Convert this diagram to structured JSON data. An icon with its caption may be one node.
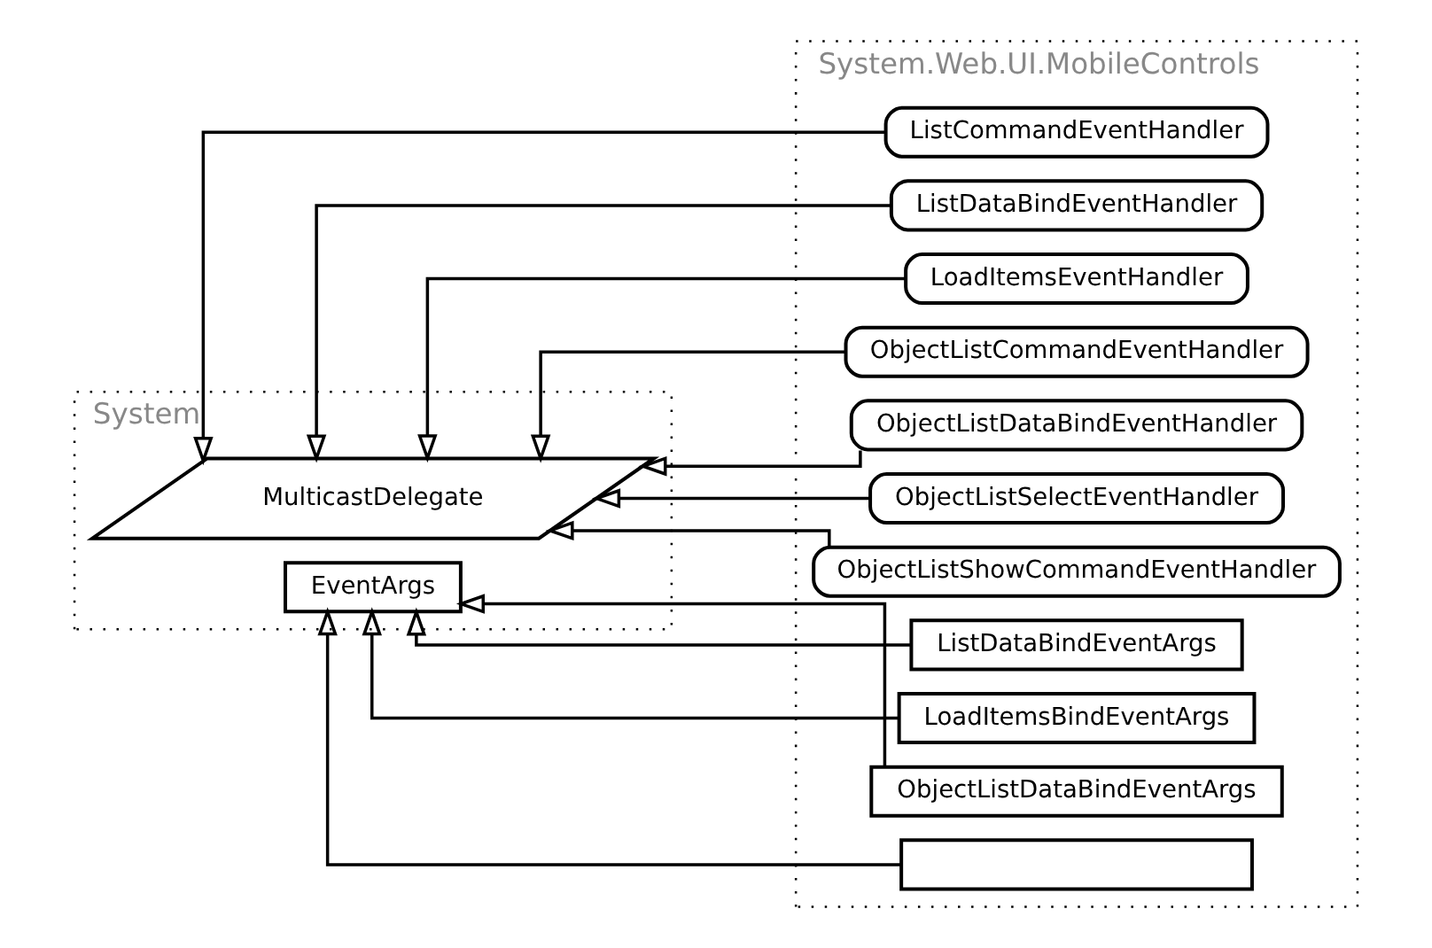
{
  "diagram": {
    "nodes": [
      {
        "text": [
          "System"
        ]
      },
      {
        "text": [
          "MulticastDelegate"
        ],
        "in": 0
      },
      {
        "text": [
          "EventArgs"
        ],
        "in": 0
      },
      {
        "text": [
          "System.Web.UI.MobileControls"
        ]
      },
      {
        "text": [
          "ListCommandEventHandler"
        ],
        "in": 3
      },
      {
        "text": [
          "ListDataBindEventHandler"
        ],
        "in": 3
      },
      {
        "text": [
          "LoadItemsEventHandler"
        ],
        "in": 3
      },
      {
        "text": [
          "ObjectListCommandEventHandler"
        ],
        "in": 3
      },
      {
        "text": [
          "ObjectListDataBindEventHandler"
        ],
        "in": 3
      },
      {
        "text": [
          "ObjectListSelectEventHandler"
        ],
        "in": 3
      },
      {
        "text": [
          "ObjectListShowCommandEventHandler"
        ],
        "in": 3
      },
      {
        "text": [
          "ListDataBindEventArgs"
        ],
        "in": 3
      },
      {
        "text": [
          "LoadItemsBindEventArgs"
        ],
        "in": 3
      },
      {
        "text": [
          "ObjectListDataBindEventArgs"
        ],
        "in": 3
      },
      {
        "text": [],
        "shape": "box",
        "in": 3
      }
    ],
    "edges": [
      {
        "from": 4,
        "to": 1,
        "arrow": "to"
      },
      {
        "from": 5,
        "to": 1,
        "arrow": "to"
      },
      {
        "from": 6,
        "to": 1,
        "arrow": "to"
      },
      {
        "from": 7,
        "to": 1,
        "arrow": "to"
      },
      {
        "from": 8,
        "to": 1,
        "arrow": "to"
      },
      {
        "from": 9,
        "to": 1,
        "arrow": "to"
      },
      {
        "from": 10,
        "to": 1,
        "arrow": "to"
      },
      {
        "from": 11,
        "to": 2,
        "arrow": "to"
      },
      {
        "from": 12,
        "to": 2,
        "arrow": "to"
      },
      {
        "from": 13,
        "to": 2,
        "arrow": "to"
      },
      {
        "from": 14,
        "to": 2,
        "arrow": "to"
      }
    ]
  }
}
